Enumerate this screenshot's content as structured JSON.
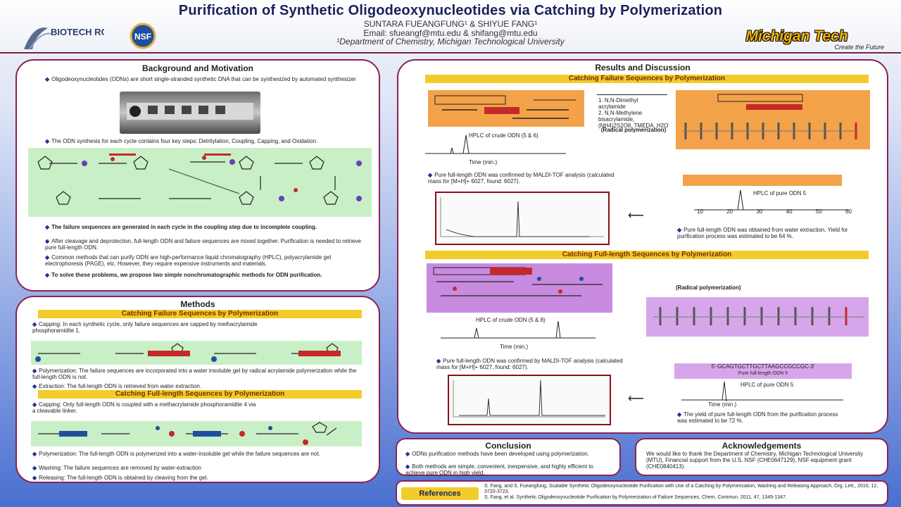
{
  "header": {
    "title": "Purification of Synthetic Oligodeoxynucleotides via Catching by Polymerization",
    "authors": "SUNTARA FUEANGFUNG¹ & SHIYUE FANG¹",
    "email": "Email: sfueangf@mtu.edu & shifang@mtu.edu",
    "department": "¹Department of Chemistry, Michigan Technological University",
    "logos": {
      "biotech": "BIOTECH RC",
      "nsf": "NSF",
      "mtu": "Michigan Tech",
      "mtu_tagline": "Create the Future"
    }
  },
  "background": {
    "title": "Background and Motivation",
    "bullet1": "Oligodeoxynucleotides (ODNs) are short single-stranded synthetic DNA that can be synthesized by automated synthesizer",
    "bullet2": "The ODN synthesis for each cycle contains four key steps: Detritylation, Coupling, Capping, and Oxidation.",
    "bullet3": "The failure sequences are generated in each cycle in the coupling step due to incomplete coupling.",
    "bullet4": "After cleavage and deprotection, full-length ODN and failure sequences are mixed together. Purification is needed to retrieve pure full-length ODN.",
    "bullet5": "Common methods that can purify ODN are high-performance liquid chromatography (HPLC), polyacrylamide gel electrophoresis (PAGE), etc. However, they require expensive instruments and materials.",
    "bullet6": "To solve these problems, we propose two simple nonchromatographic methods for ODN purification."
  },
  "methods": {
    "title": "Methods",
    "bar1": "Catching Failure Sequences by Polymerization",
    "m1": "Capping: In each synthetic cycle, only failure sequences are capped by methacrylamide phosphoramidite 1.",
    "m2": "Polymerization: The failure sequences are incorporated into a water insoluble gel by radical acrylamide polymerization while the full-length ODN is not.",
    "m3": "Extraction: The full-length ODN is retrieved from water extraction.",
    "bar2": "Catching Full-length Sequences by Polymerization",
    "m4": "Capping: Only full-length ODN is coupled with a methacrylamide phosphoramidite 4 via a cleavable linker.",
    "m5": "Polymerization: The full-length ODN is polymerized into a water-insoluble gel while the failure sequences are not.",
    "m6": "Washing: The failure sequences are removed by water-extraction",
    "m7": "Releasing: The full-length ODN is obtained by cleaving from the gel."
  },
  "results": {
    "title": "Results and Discussion",
    "bar1": "Catching Failure Sequences by Polymerization",
    "step1": "1. N,N-Dimethyl acrylamide",
    "step2": "2. N,N-Methylene bisacrylamide, (NH4)2S2O8, TMEDA, H2O",
    "step3": "(Radical polymerization)",
    "hplc_crude": "HPLC of crude ODN (5 & 6)",
    "time_label": "Time (min.)",
    "maldi1": "Pure full-length ODN was confirmed by MALDI-TOF analysis (calculated mass for [M+H]+ 6027, found: 6027).",
    "hplc_pure1": "HPLC of pure ODN 5",
    "yield1": "Pure full-length ODN was obtained from water extraction. Yield for purification process was estimated to be 64 %.",
    "bar2": "Catching Full-length Sequences by Polymerization",
    "radical": "(Radical polymerization)",
    "hplc_crude2": "HPLC of crude ODN (5 & 8)",
    "maldi2": "Pure full-length ODN was confirmed by MALDI-TOF analysis (calculated mass for [M+H]+ 6027, found: 6027).",
    "sequence": "5'-GCAGTGCTTGCTTAAGCCGCCGC-3'",
    "sequence_sub": "Pure full-length ODN 5",
    "hplc_pure2": "HPLC of pure ODN 5",
    "yield2": "The yield of pure full-length ODN from the purification process was estimated to be 72 %.",
    "ticks": [
      "10",
      "20",
      "30",
      "40",
      "50",
      "60"
    ]
  },
  "conclusion": {
    "title": "Conclusion",
    "c1": "ODNs purification methods have been developed using polymerization.",
    "c2": "Both methods are simple, convenient, inexpensive, and highly efficient to achieve pure ODN in high yield."
  },
  "acknowledgements": {
    "title": "Acknowledgements",
    "text": "We would like to thank the Department of Chemistry, Michigan Technological University (MTU), Financial support from the U.S. NSF (CHE0647129), NSF equipment grant (CHE0840413)."
  },
  "references": {
    "label": "References",
    "r1": "S. Fang, and S. Fueangfung, Scalable Synthetic Oligodeoxynucleotide Purification with Use of a Catching by Polymerization, Washing and Releasing Approach, Org. Lett., 2010, 12, 3720-3723.",
    "r2": "S. Fang, et al. Synthetic Oligodeoxynucleotide Purification by Polymerization of Failure Sequences, Chem. Commun. 2011, 47, 1345-1347."
  },
  "colors": {
    "panel_border": "#8b2252",
    "yellow_bar": "#f2cc2a",
    "orange": "#f4a24a",
    "purple": "#c88be0",
    "green": "#c9efc6"
  }
}
